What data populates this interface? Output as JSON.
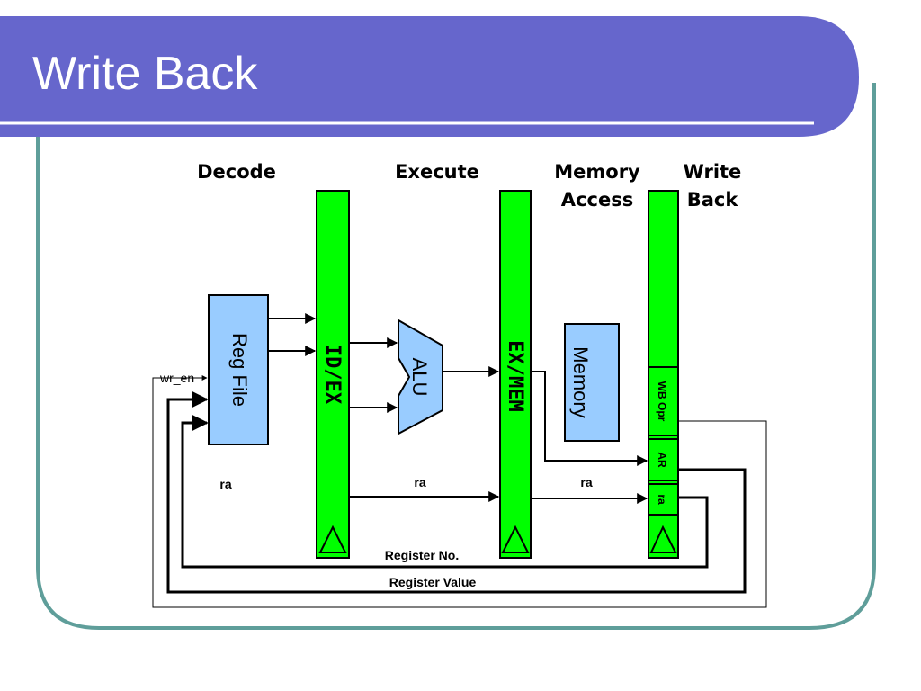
{
  "slide": {
    "title": "Write Back",
    "colors": {
      "header": "#6666CC",
      "frame": "#5F9E9A",
      "pipeline_register": "#00FF00",
      "unit_fill": "#99CCFF"
    }
  },
  "stages": {
    "decode": "Decode",
    "execute": "Execute",
    "memory_line1": "Memory",
    "memory_line2": "Access",
    "writeback_line1": "Write",
    "writeback_line2": "Back"
  },
  "registers": {
    "id_ex": "ID/EX",
    "ex_mem": "EX/MEM",
    "wb_opr": "WB Opr",
    "ar": "AR",
    "ra_cell": "ra"
  },
  "units": {
    "reg_file": "Reg File",
    "alu": "ALU",
    "memory": "Memory"
  },
  "signals": {
    "wr_en": "wr_en",
    "ra_decode": "ra",
    "ra_execute": "ra",
    "ra_memory": "ra",
    "register_no": "Register No.",
    "register_value": "Register Value"
  }
}
